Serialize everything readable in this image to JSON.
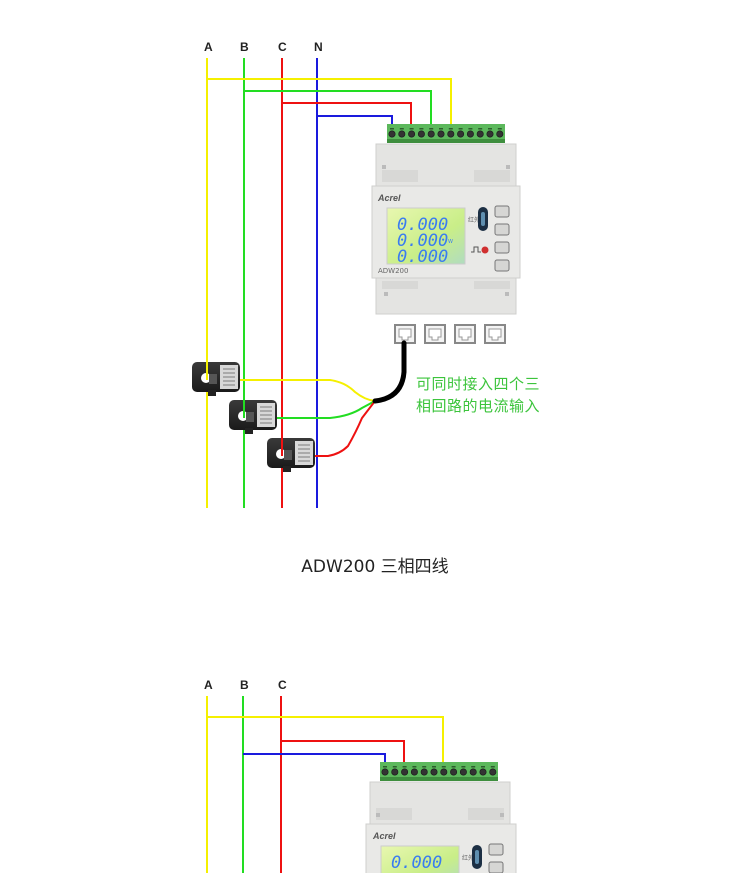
{
  "diagram1": {
    "phases": [
      "A",
      "B",
      "C",
      "N"
    ],
    "device": {
      "brand": "Acrel",
      "model": "ADW200",
      "lcd_rows": [
        "0.000",
        "0.000",
        "0.000"
      ],
      "lcd_unit": "W",
      "ir_label": "红外"
    },
    "annotation_line1": "可同时接入四个三",
    "annotation_line2": "相回路的电流输入",
    "caption": "ADW200 三相四线"
  },
  "diagram2": {
    "phases": [
      "A",
      "B",
      "C"
    ],
    "device": {
      "brand": "Acrel",
      "lcd_rows": [
        "0.000"
      ],
      "ir_label": "红外"
    }
  },
  "colors": {
    "phase_a": "#f5f000",
    "phase_b": "#22dd22",
    "phase_c": "#ee1111",
    "phase_n": "#1a1add",
    "terminal_green": "#5cb85c",
    "annotation": "#3cc43c"
  }
}
